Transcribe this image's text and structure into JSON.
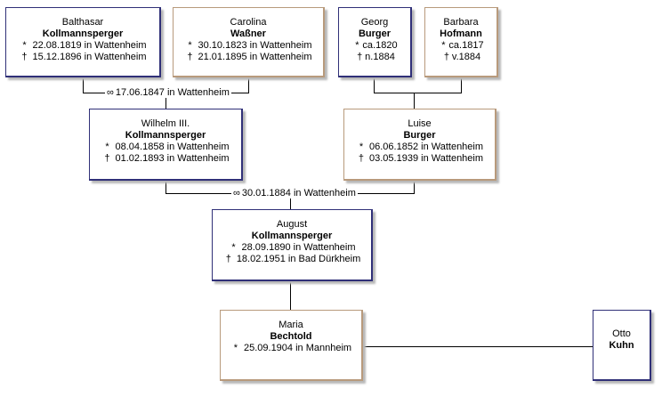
{
  "people": {
    "balthasar": {
      "given": "Balthasar",
      "surname": "Kollmannsperger",
      "birth": "22.08.1819 in Wattenheim",
      "death": "15.12.1896 in Wattenheim"
    },
    "carolina": {
      "given": "Carolina",
      "surname": "Waßner",
      "birth": "30.10.1823 in Wattenheim",
      "death": "21.01.1895 in Wattenheim"
    },
    "georg": {
      "given": "Georg",
      "surname": "Burger",
      "birth": "ca.1820",
      "death": "n.1884"
    },
    "barbara": {
      "given": "Barbara",
      "surname": "Hofmann",
      "birth": "ca.1817",
      "death": "v.1884"
    },
    "wilhelm": {
      "given": "Wilhelm III.",
      "surname": "Kollmannsperger",
      "birth": "08.04.1858 in Wattenheim",
      "death": "01.02.1893 in Wattenheim"
    },
    "luise": {
      "given": "Luise",
      "surname": "Burger",
      "birth": "06.06.1852 in Wattenheim",
      "death": "03.05.1939 in Wattenheim"
    },
    "august": {
      "given": "August",
      "surname": "Kollmannsperger",
      "birth": "28.09.1890 in Wattenheim",
      "death": "18.02.1951 in Bad Dürkheim"
    },
    "maria": {
      "given": "Maria",
      "surname": "Bechtold",
      "birth": "25.09.1904 in Mannheim"
    },
    "otto": {
      "given": "Otto",
      "surname": "Kuhn"
    }
  },
  "marriages": {
    "m1": "17.06.1847 in Wattenheim",
    "m2": "30.01.1884 in Wattenheim"
  },
  "symbols": {
    "birth": "*",
    "death": "†",
    "marriage": "∞"
  }
}
